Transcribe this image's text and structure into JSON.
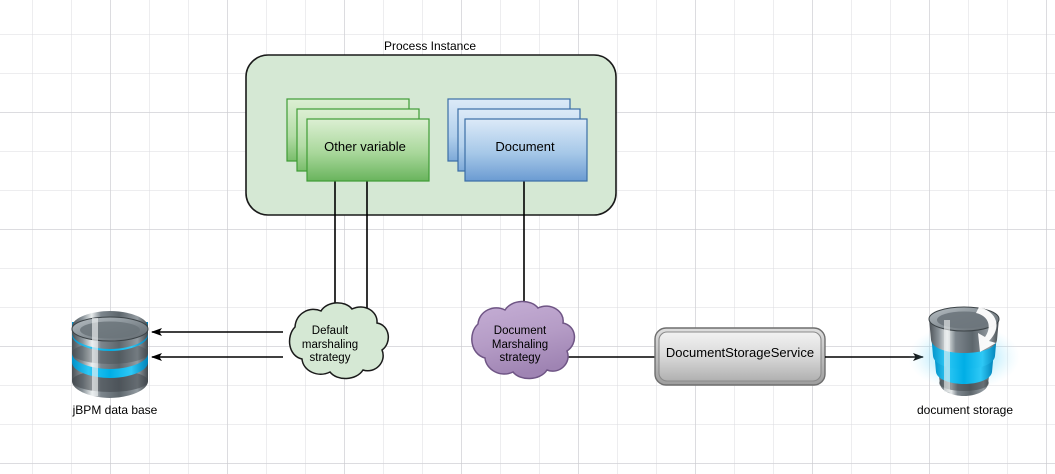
{
  "diagram": {
    "title": "Process Instance",
    "background": {
      "grid": true,
      "grid_color": "#dededf",
      "major_grid_color": "#c8c8cd",
      "page_color": "#ffffff"
    },
    "colors": {
      "container_fill": "#d5e8d4",
      "container_stroke": "#000000",
      "green_card_fill_top": "#d9ecd0",
      "green_card_fill_bottom": "#6cb760",
      "green_card_stroke": "#3f9c35",
      "blue_card_fill_top": "#d7e6f7",
      "blue_card_fill_bottom": "#6d9fd5",
      "blue_card_stroke": "#3b6ea5",
      "cloud_green_fill": "#d5e8d4",
      "cloud_green_stroke": "#000000",
      "cloud_purple_fill": "#b49ac4",
      "cloud_purple_stroke": "#7d5f93",
      "service_fill_top": "#eaeaea",
      "service_fill_bottom": "#b4b4b4",
      "service_stroke": "#666666",
      "db_band": "#00b4e6",
      "connector": "#000000"
    },
    "container": {
      "label": "Process Instance",
      "shape": "rounded-rectangle"
    },
    "stacks": [
      {
        "id": "other-variable",
        "label": "Other variable",
        "count": 3,
        "color": "green"
      },
      {
        "id": "document",
        "label": "Document",
        "count": 3,
        "color": "blue"
      }
    ],
    "clouds": [
      {
        "id": "default-marshaling-strategy",
        "label": "Default\nmarshaling\nstrategy",
        "lines": [
          "Default",
          "marshaling",
          "strategy"
        ],
        "color": "green"
      },
      {
        "id": "document-marshaling-strategy",
        "label": "Document\nMarshaling\nstrategy",
        "lines": [
          "Document",
          "Marshaling",
          "strategy"
        ],
        "color": "purple"
      }
    ],
    "service": {
      "id": "document-storage-service",
      "label": "DocumentStorageService"
    },
    "storages": [
      {
        "id": "jbpm-database",
        "label": "jBPM data base",
        "icon": "database-icon"
      },
      {
        "id": "document-storage",
        "label": "document storage",
        "icon": "bucket-storage-icon"
      }
    ],
    "connectors": [
      {
        "from": "other-variable",
        "to": "default-marshaling-strategy",
        "arrow": false
      },
      {
        "from": "other-variable",
        "to": "default-marshaling-strategy",
        "arrow": false
      },
      {
        "from": "document",
        "to": "document-marshaling-strategy",
        "arrow": false
      },
      {
        "from": "default-marshaling-strategy",
        "to": "jbpm-database",
        "arrow": true
      },
      {
        "from": "default-marshaling-strategy",
        "to": "jbpm-database",
        "arrow": true
      },
      {
        "from": "document-marshaling-strategy",
        "to": "document-storage-service",
        "arrow": false
      },
      {
        "from": "document-storage-service",
        "to": "document-storage",
        "arrow": true
      }
    ]
  }
}
